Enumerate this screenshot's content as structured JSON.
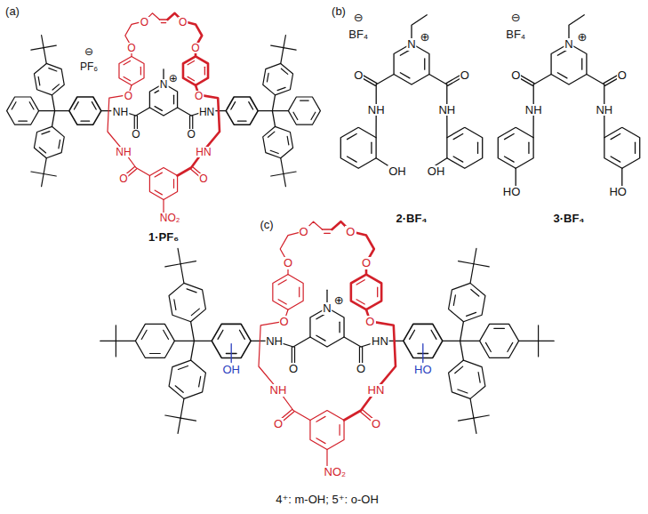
{
  "diagram": {
    "labels": [
      "(a)",
      "⊖",
      "PF₆",
      "N",
      "⊕",
      "O",
      "O",
      "NH",
      "HN",
      "O",
      "O",
      "O",
      "O",
      "O",
      "O",
      "NH",
      "HN",
      "O",
      "O",
      "NO₂",
      "1·PF₆",
      "(b)",
      "⊖",
      "BF₄",
      "N",
      "⊕",
      "O",
      "O",
      "NH",
      "NH",
      "OH",
      "OH",
      "2·BF₄",
      "⊖",
      "BF₄",
      "N",
      "⊕",
      "O",
      "O",
      "NH",
      "NH",
      "HO",
      "HO",
      "3·BF₄",
      "(c)",
      "N",
      "⊕",
      "O",
      "O",
      "NH",
      "HN",
      "O",
      "O",
      "O",
      "O",
      "O",
      "O",
      "NH",
      "HN",
      "O",
      "O",
      "NO₂",
      "OH",
      "HO",
      "4⁺: m-OH; 5⁺: o-OH"
    ]
  }
}
